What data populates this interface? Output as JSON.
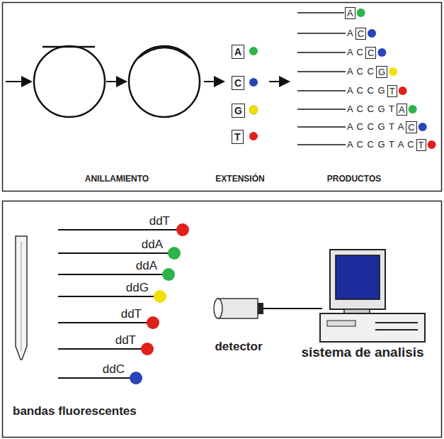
{
  "diagram": {
    "nodes": [
      {
        "text": [
          "A"
        ]
      },
      {
        "text": [
          "C"
        ]
      },
      {
        "text": [
          "G"
        ]
      },
      {
        "text": [
          "T"
        ]
      },
      {
        "text": [
          "A"
        ]
      },
      {
        "text": [
          "C"
        ]
      },
      {
        "text": [
          "C"
        ]
      },
      {
        "text": [
          "G"
        ]
      },
      {
        "text": [
          "T"
        ]
      },
      {
        "text": [
          "A"
        ]
      },
      {
        "text": [
          "C"
        ]
      },
      {
        "text": [
          "T"
        ]
      }
    ],
    "labels": [
      "ANILLAMIENTO",
      "EXTENSIÓN",
      "PRODUCTOS",
      "A",
      "A C",
      "A C C",
      "A C C G",
      "A C C G T",
      "A C C G T A",
      "A C C G T A C",
      "ddT",
      "ddA",
      "ddA",
      "ddG",
      "ddT",
      "ddT",
      "ddC",
      "detector",
      "sistema de analisis",
      "bandas fluorescentes"
    ]
  }
}
